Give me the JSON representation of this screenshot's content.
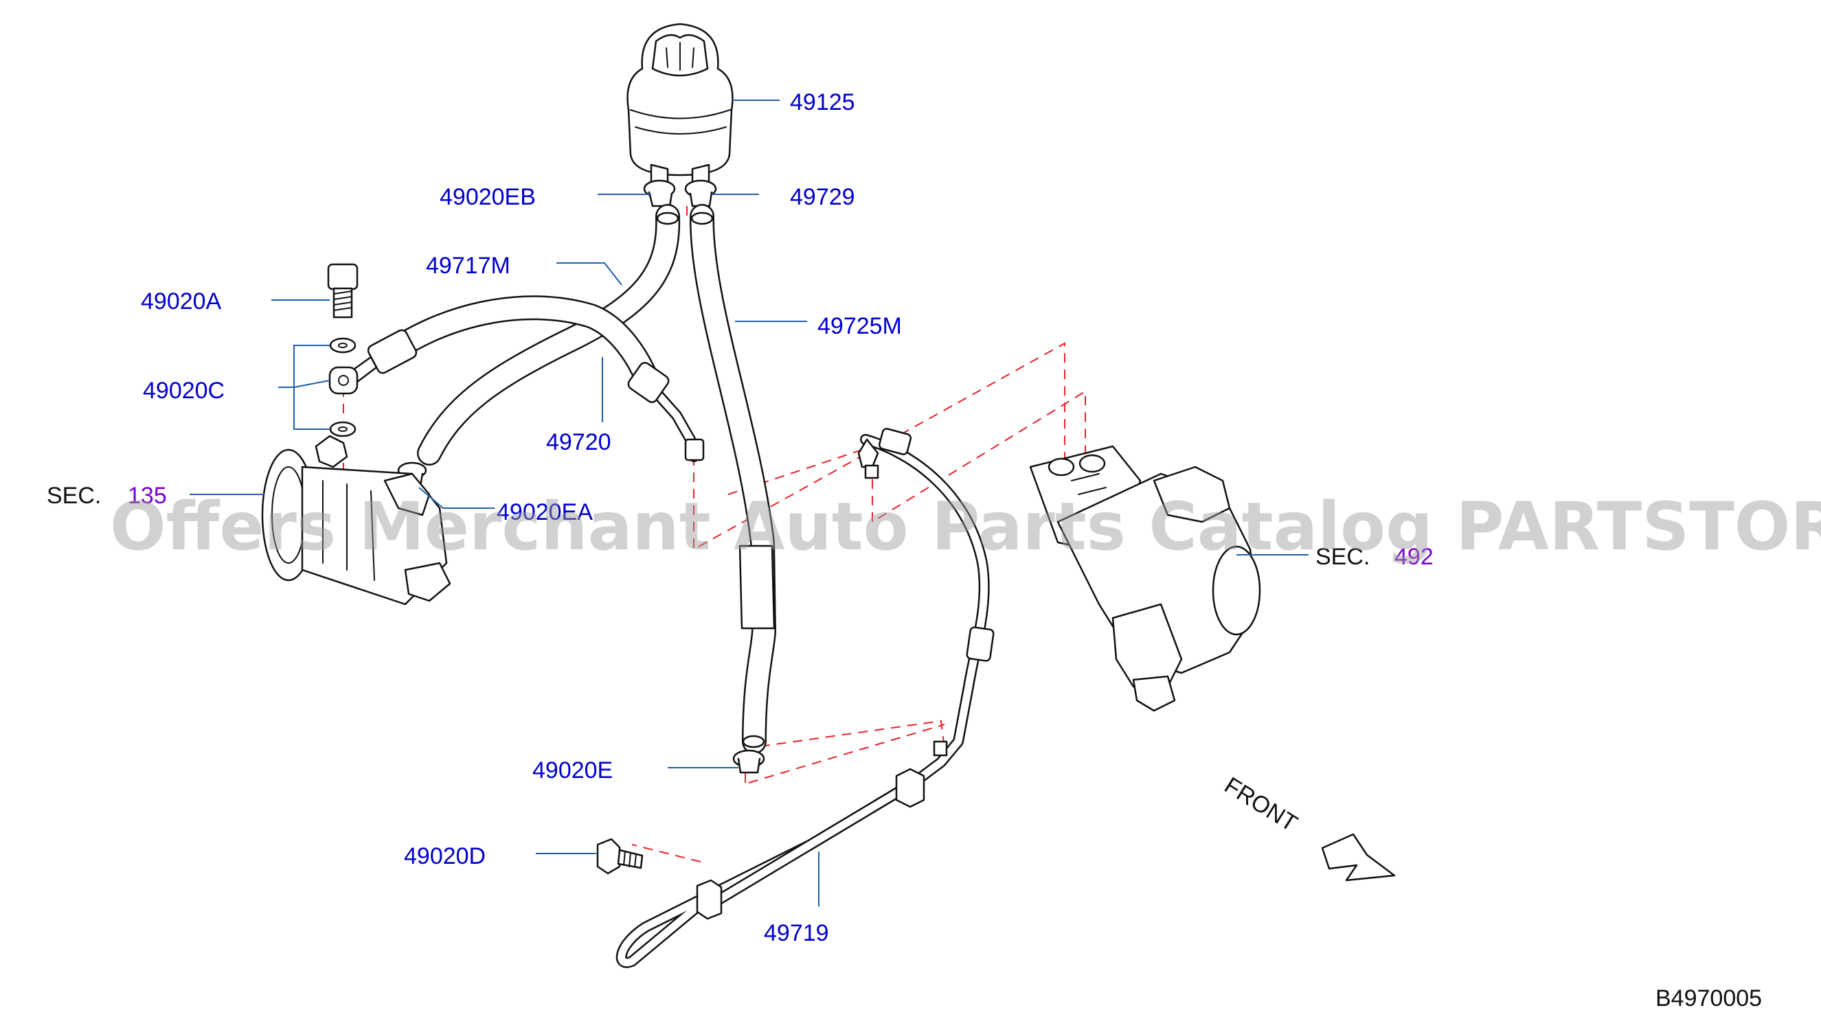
{
  "diagram_code": "B4970005",
  "front_label": "FRONT",
  "watermark": "Offers Merchant Auto Parts Catalog PARTSTORE.SA",
  "parts": {
    "reservoir": "49125",
    "clamp_left": "49020EB",
    "clamp_right": "49729",
    "hose_suction_upper": "49717M",
    "hose_return": "49725M",
    "bolt_eye": "49020A",
    "washer_eye": "49020C",
    "hose_pressure": "49720",
    "clamp_pump": "49020EA",
    "clamp_lower": "49020E",
    "bolt_bracket": "49020D",
    "tube_assembly": "49719"
  },
  "sections": {
    "pump": {
      "prefix": "SEC.",
      "number": "135"
    },
    "gear": {
      "prefix": "SEC.",
      "number": "492"
    }
  },
  "colors": {
    "part_label": "#0000cc",
    "section_ref": "#7b00d4",
    "leader_line": "#1f5faa",
    "dashed_guide": "#e8202a"
  }
}
